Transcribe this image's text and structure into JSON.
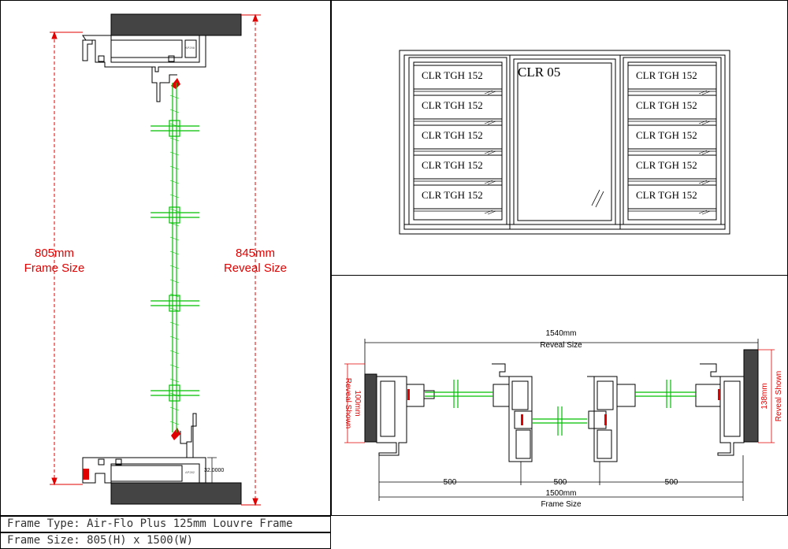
{
  "colors": {
    "dimension": "#e00000",
    "glass": "#00c000",
    "wall": "#404040",
    "line": "#000000"
  },
  "left_section": {
    "frame_value": "805mm",
    "frame_label": "Frame Size",
    "reveal_value": "845mm",
    "reveal_label": "Reveal Size",
    "small_dim": "32.0000"
  },
  "elevation": {
    "left_panes": [
      "CLR TGH 152",
      "CLR TGH 152",
      "CLR TGH 152",
      "CLR TGH 152",
      "CLR TGH 152"
    ],
    "right_panes": [
      "CLR TGH 152",
      "CLR TGH 152",
      "CLR TGH 152",
      "CLR TGH 152",
      "CLR TGH 152"
    ],
    "center_label": "CLR 05"
  },
  "plan": {
    "reveal_value": "1540mm",
    "reveal_label": "Reveal Size",
    "frame_value": "1500mm",
    "frame_label": "Frame Size",
    "segments": [
      "500",
      "500",
      "500"
    ],
    "left_depth_value": "100mm",
    "left_depth_label": "Reveal Shown",
    "right_depth_value": "138mm",
    "right_depth_label": "Reveal Shown"
  },
  "title_block": {
    "frame_type": "Frame Type: Air-Flo Plus 125mm Louvre Frame",
    "frame_size": "Frame Size: 805(H) x 1500(W)"
  }
}
